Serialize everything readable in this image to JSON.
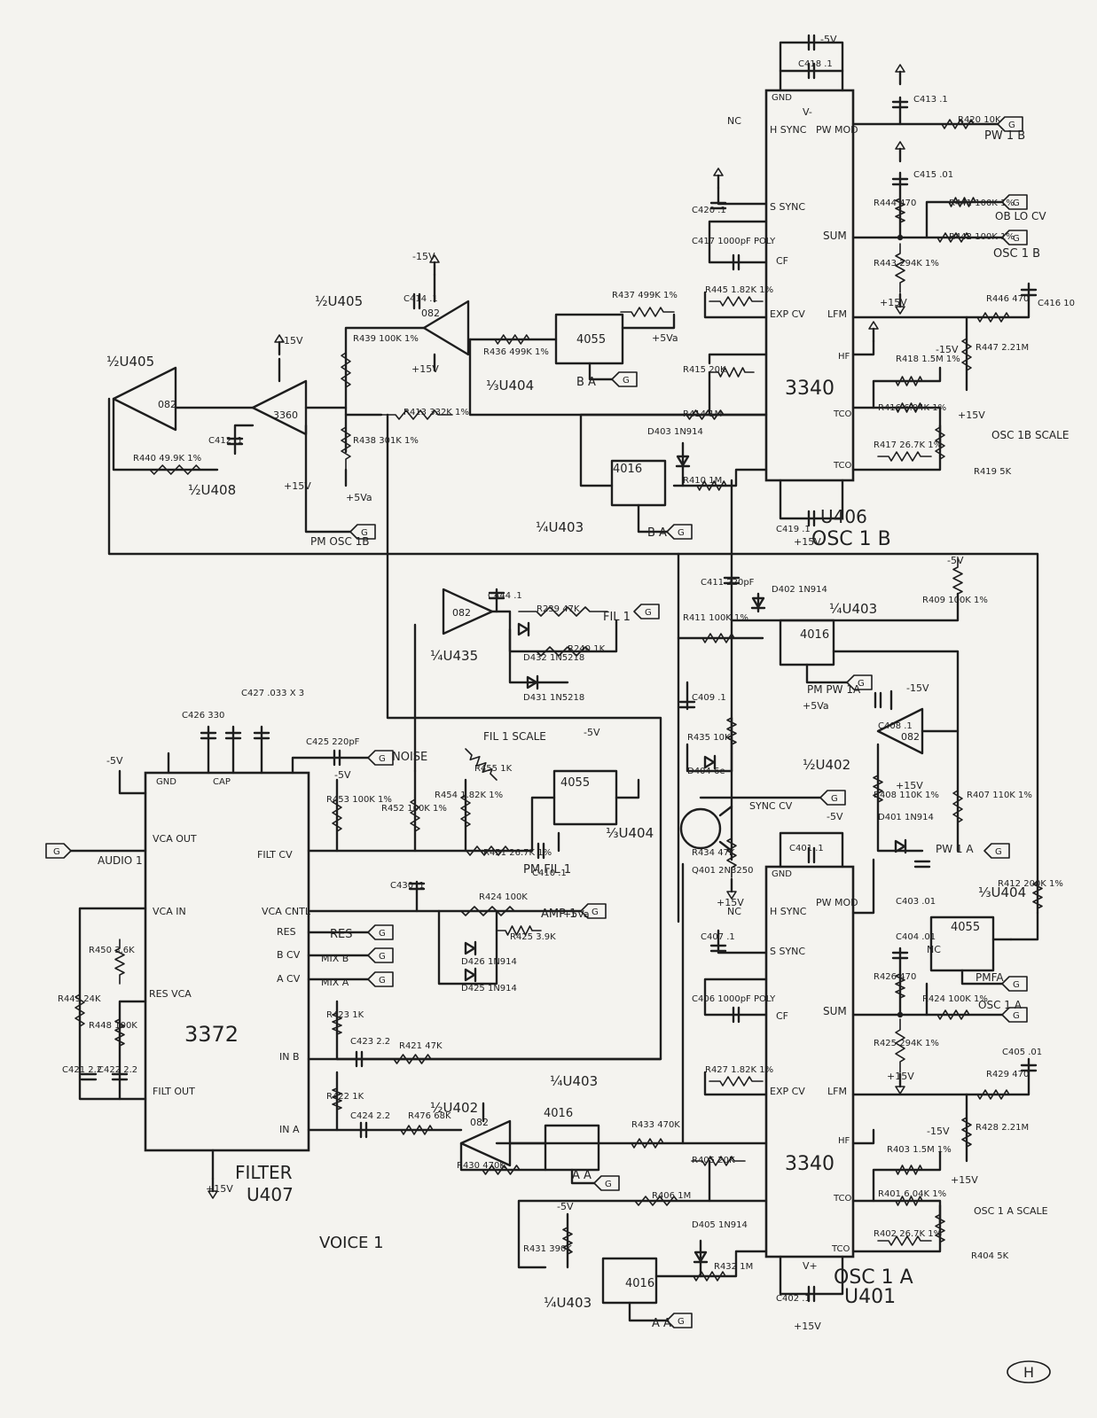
{
  "chips": {
    "u406_num": "3340",
    "u406_ref": "U406",
    "u406_name": "OSC 1 B",
    "u401_num": "3340",
    "u401_ref": "U401",
    "u401_name": "OSC 1 A",
    "u407_num": "3372",
    "u407_ref": "U407",
    "u407_name": "FILTER",
    "pin_pw_mod": "PW MOD",
    "pin_hsync": "H SYNC",
    "pin_gnd": "GND",
    "pin_vm": "V-",
    "pin_ssync": "S SYNC",
    "pin_sum": "SUM",
    "pin_cf": "CF",
    "pin_lfm": "LFM",
    "pin_expcv": "EXP CV",
    "pin_hf": "HF",
    "pin_tco": "TCO",
    "pin_vp": "V+",
    "p3372_filt_out": "FILT OUT",
    "p3372_vca_in": "VCA IN",
    "p3372_vca_out": "VCA OUT",
    "p3372_filt_cv": "FILT CV",
    "p3372_vca_cntl": "VCA CNTL",
    "p3372_res": "RES",
    "p3372_bcv": "B CV",
    "p3372_acv": "A CV",
    "p3372_inb": "IN B",
    "p3372_ina": "IN A",
    "p3372_res_vca": "RES VCA",
    "p3372_cap": "CAP"
  },
  "gates": {
    "g4016": "4016",
    "g4055": "4055",
    "g082": "082",
    "g3360": "3360",
    "u403": "¼U403",
    "u404": "⅓U404",
    "u405": "½U405",
    "u408": "½U408",
    "u402": "½U402",
    "u435": "¼U435",
    "ba": "B A",
    "aa": "A A"
  },
  "signals": {
    "pw1b": "PW 1 B",
    "ob_lo_cv": "OB LO CV",
    "osc1b": "OSC 1 B",
    "pm_osc1b": "PM OSC 1B",
    "fil1": "FIL 1",
    "noise": "NOISE",
    "audio1": "AUDIO 1",
    "amp1": "AMP 1",
    "res": "RES",
    "mix_b": "MIX B",
    "mix_a": "MIX A",
    "pm_pw1a": "PM PW 1A",
    "sync_cv": "SYNC CV",
    "pw1a": "PW 1 A",
    "pmfa": "PMFA",
    "osc1a": "OSC 1 A",
    "pm_fil1": "PM FIL 1",
    "fil1_scale": "FIL 1 SCALE",
    "osc1b_scale": "OSC 1B SCALE",
    "osc1a_scale": "OSC 1 A SCALE",
    "voice": "VOICE 1",
    "sheet": "H"
  },
  "components": {
    "r420": "R420 10K",
    "r441": "R441 100K 1%",
    "r442": "R442 100K 1%",
    "r443": "R443 294K 1%",
    "r444": "R444 470",
    "r445": "R445 1.82K 1%",
    "r446": "R446 470",
    "r447": "R447 2.21M",
    "r418": "R418 1.5M 1%",
    "r416": "R416 6.04K 1%",
    "r417": "R417 26.7K 1%",
    "r419": "R419 5K",
    "r415": "R415 20K",
    "r414": "R414 1M",
    "r410": "R410 1M",
    "r437": "R437 499K 1%",
    "r436": "R436 499K 1%",
    "r413": "R413 332K 1%",
    "r439": "R439 100K 1%",
    "r438": "R438 301K 1%",
    "r440": "R440 49.9K 1%",
    "r409": "R409 100K 1%",
    "r411": "R411 100K 1%",
    "r435": "R435 10K",
    "r434": "R434 47K",
    "r407": "R407 110K 1%",
    "r408": "R408 110K 1%",
    "r412": "R412 200K 1%",
    "r439b": "R239 47K",
    "r240": "R240 1K",
    "r455": "R455 1K",
    "r454": "R454 1.82K 1%",
    "r452": "R452 100K 1%",
    "r453": "R453 100K 1%",
    "r451": "R451 26.7K 1%",
    "r424": "R424 100K",
    "r425": "R425 3.9K",
    "r423": "R423 1K",
    "r421": "R421 47K",
    "r422": "R422 1K",
    "r476": "R476 68K",
    "r430": "R430 470K",
    "r433": "R433 470K",
    "r405": "R405 20K",
    "r406": "R406 1M",
    "r432": "R432 1M",
    "r431": "R431 390K",
    "r426": "R426 470",
    "r427": "R427 1.82K 1%",
    "r424b": "R424 100K 1%",
    "r425b": "R425 294K 1%",
    "r429": "R429 470",
    "r428": "R428 2.21M",
    "r403": "R403 1.5M 1%",
    "r401": "R401 6.04K 1%",
    "r402": "R402 26.7K 1%",
    "r404": "R404 5K",
    "r448": "R448 100K",
    "r449": "R449 24K",
    "r450": "R450 3.6K",
    "c418": "C418 .1",
    "c413": "C413 .1",
    "c415": "C415 .01",
    "c420": "C420 .1",
    "c417": "C417 1000pF POLY",
    "c416": "C416 10",
    "c414": "C414 .1",
    "c412": "C412 .1",
    "c419": "C419 .1",
    "c411": "C411 220pF",
    "c444": "C444 .1",
    "c409": "C409 .1",
    "c408": "C408 .1",
    "c426": "C426 330",
    "c427": "C427 .033 X 3",
    "c425": "C425 220pF",
    "c410": "C410 .1",
    "c430": "C430 .1",
    "c401": "C401 .1",
    "c403": "C403 .01",
    "c407": "C407 .1",
    "c406": "C406 1000pF POLY",
    "c404": "C404 .01",
    "c405": "C405 .01",
    "c402": "C402 .1",
    "c421": "C421 2.2",
    "c422": "C422 2.2",
    "c423": "C423 2.2",
    "c424": "C424 2.2",
    "d403": "D403 1N914",
    "d402": "D402 1N914",
    "d431": "D431 1N5218",
    "d432": "D432 1N5218",
    "d404": "D404 6e",
    "d401": "D401 1N914",
    "d426": "D426 1N914",
    "d425": "D425 1N914",
    "d405": "D405 1N914",
    "q401": "Q401 2N3250",
    "p15": "+15V",
    "m15": "-15V",
    "m5": "-5V",
    "p5a": "+5Va",
    "nc": "NC"
  }
}
